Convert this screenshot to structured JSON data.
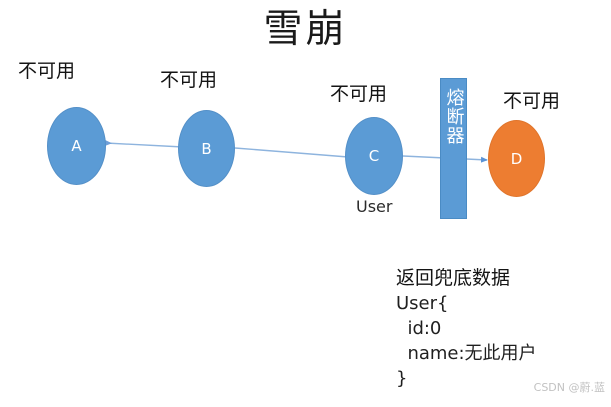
{
  "diagram": {
    "title": "雪崩",
    "colors": {
      "node_blue": "#5b9bd5",
      "node_orange": "#ed7d31",
      "edge": "#8eb4de",
      "background": "#ffffff",
      "text": "#141414",
      "watermark": "#c2c2c2"
    },
    "nodes": [
      {
        "id": "A",
        "label": "A",
        "status_label": "不可用",
        "color": "#5b9bd5"
      },
      {
        "id": "B",
        "label": "B",
        "status_label": "不可用",
        "color": "#5b9bd5"
      },
      {
        "id": "C",
        "label": "C",
        "status_label": "不可用",
        "sub_label": "User",
        "color": "#5b9bd5"
      },
      {
        "id": "D",
        "label": "D",
        "status_label": "不可用",
        "color": "#ed7d31"
      }
    ],
    "breaker": {
      "label": "熔断器",
      "color": "#5b9bd5"
    },
    "edges": [
      {
        "from": "B",
        "to": "A",
        "direction": "left"
      },
      {
        "from": "C",
        "to": "B",
        "direction": "left"
      },
      {
        "from": "C",
        "to": "D",
        "direction": "right"
      }
    ],
    "fallback_note": {
      "heading": "返回兜底数据",
      "lines": [
        "User{",
        "  id:0",
        "  name:无此用户",
        "}"
      ]
    },
    "watermark": "CSDN @蔚.蓝"
  }
}
